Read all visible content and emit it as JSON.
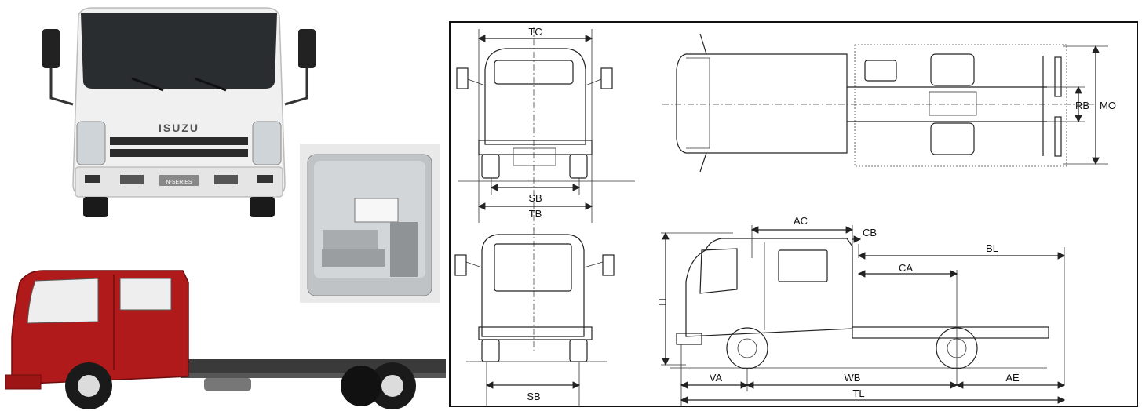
{
  "front_photo": {
    "brand_badge": "ISUZU",
    "plate_text": "N-SERIES"
  },
  "drawing": {
    "labels": {
      "tc": "TC",
      "sb_top": "SB",
      "tb": "TB",
      "sb_bottom": "SB",
      "rb": "RB",
      "mo": "MO",
      "ac": "AC",
      "cb": "CB",
      "bl": "BL",
      "ca": "CA",
      "h": "H",
      "va": "VA",
      "wb": "WB",
      "ae": "AE",
      "tl": "TL"
    }
  },
  "colors": {
    "cab_red": "#b01a1a",
    "cab_white": "#f2f2f2",
    "line": "#222222"
  }
}
